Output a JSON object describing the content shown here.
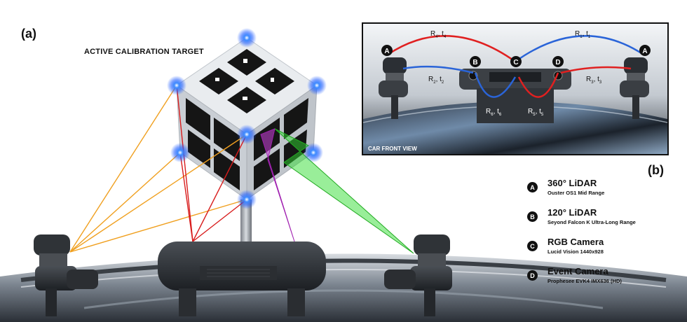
{
  "panel_a_label": "(a)",
  "panel_b_label": "(b)",
  "target_title": "ACTIVE CALIBRATION TARGET",
  "inset_caption": "CAR FRONT VIEW",
  "inset_markers": [
    "A",
    "B",
    "C",
    "D",
    "A"
  ],
  "transforms": [
    {
      "R": "R",
      "r_sub": "4",
      "t": "t",
      "t_sub": "4",
      "color": "#e02020"
    },
    {
      "R": "R",
      "r_sub": "1",
      "t": "t",
      "t_sub": "1",
      "color": "#2a64d8"
    },
    {
      "R": "R",
      "r_sub": "2",
      "t": "t",
      "t_sub": "2",
      "color": "#2a64d8"
    },
    {
      "R": "R",
      "r_sub": "3",
      "t": "t",
      "t_sub": "3",
      "color": "#e02020"
    },
    {
      "R": "R",
      "r_sub": "6",
      "t": "t",
      "t_sub": "6",
      "color": "#2a64d8"
    },
    {
      "R": "R",
      "r_sub": "5",
      "t": "t",
      "t_sub": "5",
      "color": "#e02020"
    }
  ],
  "legend": [
    {
      "badge": "A",
      "title": "360° LiDAR",
      "subtitle": "Ouster OS1 Mid Range"
    },
    {
      "badge": "B",
      "title": "120° LiDAR",
      "subtitle": "Seyond Falcon K Ultra-Long Range"
    },
    {
      "badge": "C",
      "title": "RGB Camera",
      "subtitle": "Lucid Vision 1440x928"
    },
    {
      "badge": "D",
      "title": "Event Camera",
      "subtitle": "Prophesee EVK4 IMX636 (HD)"
    }
  ],
  "colors": {
    "lidar_rays": "#f0a020",
    "lidar_b_rays": "#d81c1c",
    "rgb_frustum": "#cc44dd",
    "event_frustum": "#33dd33",
    "led": "#2a7bff",
    "transform_red": "#e02020",
    "transform_blue": "#2a64d8"
  },
  "icons": [
    "aruco-cube",
    "led-marker",
    "lidar-sensor",
    "sensor-bar",
    "car-hood"
  ]
}
